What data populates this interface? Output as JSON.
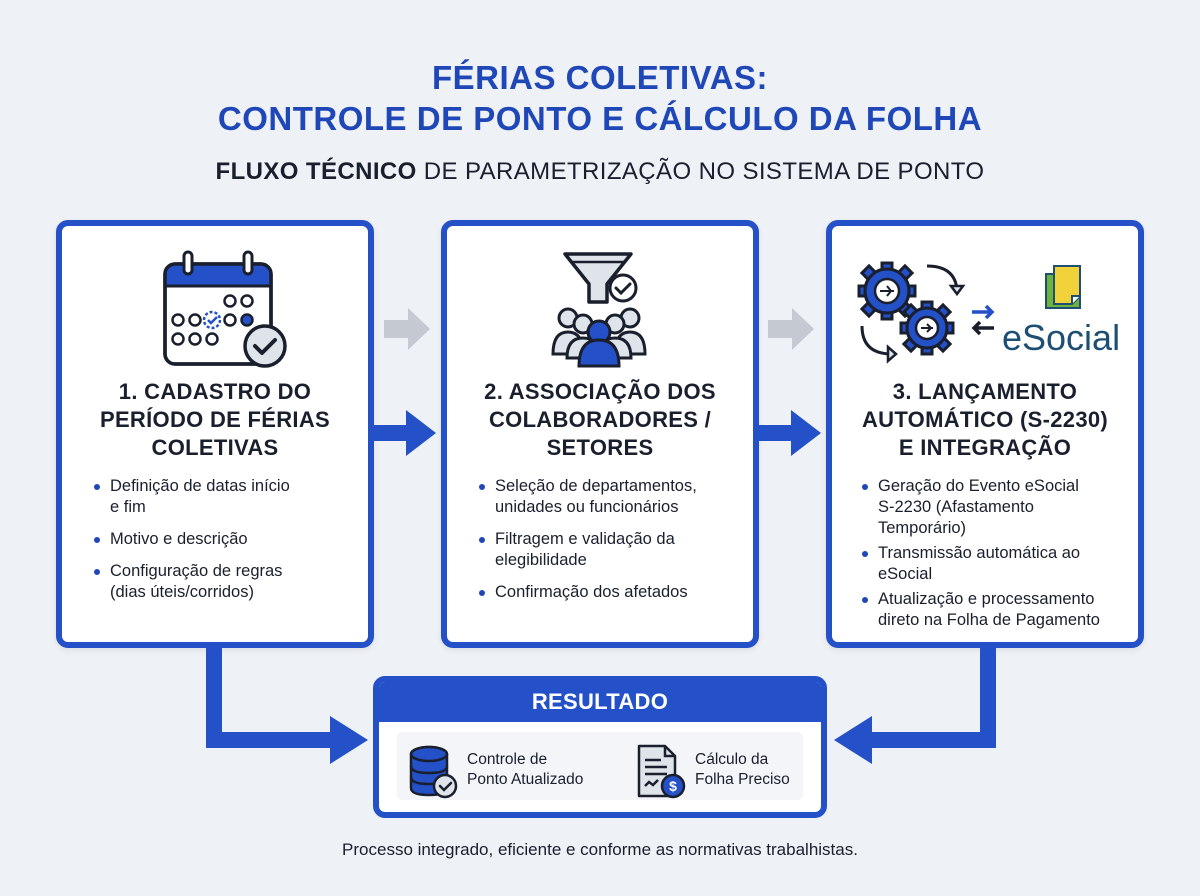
{
  "header": {
    "title_line1": "FÉRIAS COLETIVAS:",
    "title_line2": "CONTROLE DE PONTO E CÁLCULO DA FOLHA",
    "subtitle_bold": "FLUXO TÉCNICO",
    "subtitle_rest": " DE PARAMETRIZAÇÃO NO SISTEMA DE PONTO"
  },
  "steps": [
    {
      "title_lines": [
        "1. CADASTRO DO",
        "PERÍODO DE FÉRIAS",
        "COLETIVAS"
      ],
      "bullets": [
        [
          "Definição de datas início",
          "e fim"
        ],
        [
          "Motivo e descrição"
        ],
        [
          "Configuração de regras",
          "(dias úteis/corridos)"
        ]
      ]
    },
    {
      "title_lines": [
        "2. ASSOCIAÇÃO DOS",
        "COLABORADORES /",
        "SETORES"
      ],
      "bullets": [
        [
          "Seleção de departamentos,",
          "unidades ou funcionários"
        ],
        [
          "Filtragem e validação da",
          "elegibilidade"
        ],
        [
          "Confirmação dos afetados"
        ]
      ]
    },
    {
      "title_lines": [
        "3. LANÇAMENTO",
        "AUTOMÁTICO (S-2230)",
        "E INTEGRAÇÃO"
      ],
      "logo_text": "eSocial",
      "bullets": [
        [
          "Geração do Evento eSocial",
          "S-2230 (Afastamento",
          "Temporário)"
        ],
        [
          "Transmissão automática ao",
          "eSocial"
        ],
        [
          "Atualização e processamento",
          "direto na Folha de Pagamento"
        ]
      ]
    }
  ],
  "result": {
    "title": "RESULTADO",
    "items": [
      {
        "line1": "Controle de",
        "line2": "Ponto Atualizado"
      },
      {
        "line1": "Cálculo da",
        "line2": "Folha Preciso"
      }
    ]
  },
  "footer": "Processo integrado, eficiente e conforme as normativas trabalhistas.",
  "colors": {
    "primary": "#2450c8",
    "title": "#1f47b8",
    "text": "#1a1f2e",
    "background": "#eef1f5",
    "gray_arrow": "#c4c9d2",
    "esocial_blue": "#1d4f73",
    "esocial_green": "#6db23f",
    "esocial_yellow": "#f2d23b"
  },
  "icons": {
    "step1": "calendar-check-icon",
    "step2": "filter-group-icon",
    "step3": "gears-sync-icon",
    "result1": "database-check-icon",
    "result2": "document-money-icon"
  }
}
